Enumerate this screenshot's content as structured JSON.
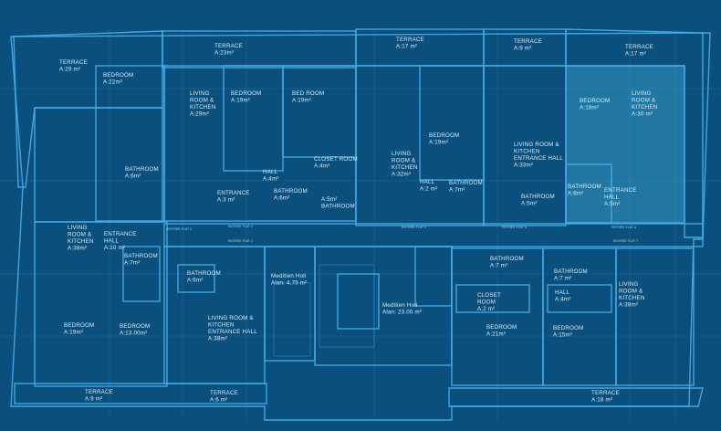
{
  "title": "Apartment floor plan blueprint",
  "colors": {
    "background": "#0b4f7c",
    "line": "#49aee8",
    "highlight": "#4cc3ea",
    "text": "#d6eefc"
  },
  "rooms": [
    {
      "lines": [
        "TERRACE",
        "A:29 m²"
      ]
    },
    {
      "lines": [
        "BEDROOM",
        "A:22m²"
      ]
    },
    {
      "lines": [
        "LIVING",
        "ROOM &",
        "KITCHEN",
        "A:29m²"
      ]
    },
    {
      "lines": [
        "BEDROOM",
        "A:19m²"
      ]
    },
    {
      "lines": [
        "BED ROOM",
        "A:19m²"
      ]
    },
    {
      "lines": [
        "TERRACE",
        "A:23m²"
      ]
    },
    {
      "lines": [
        "BATHROOM",
        "A:6m²"
      ]
    },
    {
      "lines": [
        "HALL",
        "A:4m²"
      ]
    },
    {
      "lines": [
        "CLOSET ROOM",
        "A:4m²"
      ]
    },
    {
      "lines": [
        "ENTRANCE",
        "A:3 m²"
      ]
    },
    {
      "lines": [
        "BATHROOM",
        "A:6m²"
      ]
    },
    {
      "lines": [
        "A:5m²",
        "BATHROOM"
      ]
    },
    {
      "lines": [
        "TERRACE",
        "A:17 m²"
      ]
    },
    {
      "lines": [
        "TERRACE",
        "A:9 m²"
      ]
    },
    {
      "lines": [
        "TERRACE",
        "A:17 m²"
      ]
    },
    {
      "lines": [
        "BEDROOM",
        "A:19m²"
      ]
    },
    {
      "lines": [
        "LIVING",
        "ROOM &",
        "KITCHEN",
        "A:32m²"
      ]
    },
    {
      "lines": [
        "HALL",
        "A:2 m²"
      ]
    },
    {
      "lines": [
        "BATHROOM",
        "A:7m²"
      ]
    },
    {
      "lines": [
        "LIVING ROOM &",
        "KITCHEN",
        "ENTRANCE HALL",
        "A:33m²"
      ]
    },
    {
      "lines": [
        "BATHROOM",
        "A:5m²"
      ]
    },
    {
      "lines": [
        "BEDROOM",
        "A:18m²"
      ]
    },
    {
      "lines": [
        "LIVING",
        "ROOM &",
        "KITCHEN",
        "A:30 m²"
      ]
    },
    {
      "lines": [
        "BATHROOM",
        "A:6m²"
      ]
    },
    {
      "lines": [
        "ENTRANCE",
        "HALL",
        "A:5m²"
      ]
    },
    {
      "lines": [
        "LIVING",
        "ROOM &",
        "KITCHEN",
        "A:38m²"
      ]
    },
    {
      "lines": [
        "ENTRANCE",
        "HALL",
        "A:10 m²"
      ]
    },
    {
      "lines": [
        "BATHROOM",
        "A:7m²"
      ]
    },
    {
      "lines": [
        "BATHROOM",
        "A:6m²"
      ]
    },
    {
      "lines": [
        "LIVING ROOM &",
        "KITCHEN",
        "ENTRANCE HALL",
        "A:38m²"
      ]
    },
    {
      "lines": [
        "BEDROOM",
        "A:19m²"
      ]
    },
    {
      "lines": [
        "BEDROOM",
        "A:13.00m²"
      ]
    },
    {
      "lines": [
        "Meditien Holi",
        "Alan: 4.75 m²"
      ]
    },
    {
      "lines": [
        "Meditien Holi",
        "Alan: 23.00 m²"
      ]
    },
    {
      "lines": [
        "BATHROOM",
        "A:7 m²"
      ]
    },
    {
      "lines": [
        "BATHROOM",
        "A:7 m²"
      ]
    },
    {
      "lines": [
        "CLOSET",
        "ROOM",
        "A:2 m²"
      ]
    },
    {
      "lines": [
        "HALL",
        "A:4m²"
      ]
    },
    {
      "lines": [
        "LIVING",
        "ROOM &",
        "KITCHEN",
        "A:38m²"
      ]
    },
    {
      "lines": [
        "BEDROOM",
        "A:21m²"
      ]
    },
    {
      "lines": [
        "BEDROOM",
        "A:15m²"
      ]
    },
    {
      "lines": [
        "TERRACE",
        "A:9 m²"
      ]
    },
    {
      "lines": [
        "TERRACE",
        "A:6 m²"
      ]
    },
    {
      "lines": [
        "TERRACE",
        "A:18 m²"
      ]
    }
  ],
  "entries": [
    "ENTREE FLAT 2",
    "ENTREE FLAT 3",
    "ENTREE FLAT 4",
    "ENTREE FLAT 5",
    "ENTREE FLAT 6",
    "ENTREE FLAT 1",
    "ENTREE FLAT 7"
  ]
}
